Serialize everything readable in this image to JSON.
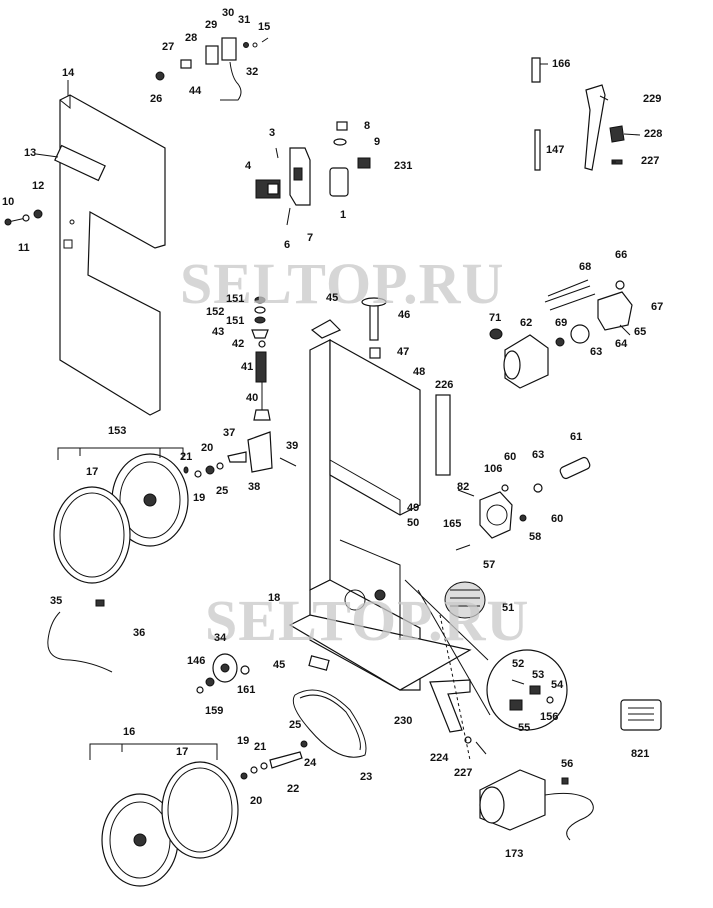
{
  "watermark": "SELTOP.RU",
  "labels": {
    "p14": "14",
    "p13": "13",
    "p10": "10",
    "p12": "12",
    "p11": "11",
    "p27": "27",
    "p26": "26",
    "p28": "28",
    "p29": "29",
    "p30": "30",
    "p31": "31",
    "p15": "15",
    "p32": "32",
    "p44": "44",
    "p3": "3",
    "p4": "4",
    "p6": "6",
    "p7": "7",
    "p8": "8",
    "p9": "9",
    "p231": "231",
    "p1": "1",
    "p166": "166",
    "p229": "229",
    "p228": "228",
    "p147": "147",
    "p227a": "227",
    "p68": "68",
    "p66": "66",
    "p67": "67",
    "p71": "71",
    "p62": "62",
    "p69": "69",
    "p65": "65",
    "p64": "64",
    "p63a": "63",
    "p151a": "151",
    "p152": "152",
    "p151b": "151",
    "p43": "43",
    "p42": "42",
    "p41": "41",
    "p40": "40",
    "p45a": "45",
    "p46": "46",
    "p47": "47",
    "p48": "48",
    "p226": "226",
    "p153": "153",
    "p17a": "17",
    "p21a": "21",
    "p20a": "20",
    "p19a": "19",
    "p25a": "25",
    "p37": "37",
    "p38": "38",
    "p39": "39",
    "p106": "106",
    "p60a": "60",
    "p63b": "63",
    "p61": "61",
    "p82": "82",
    "p165": "165",
    "p58": "58",
    "p60b": "60",
    "p57": "57",
    "p49": "49",
    "p50": "50",
    "p18": "18",
    "p51": "51",
    "p35": "35",
    "p36": "36",
    "p34": "34",
    "p146": "146",
    "p159": "159",
    "p161": "161",
    "p45b": "45",
    "p52": "52",
    "p53": "53",
    "p54": "54",
    "p156": "156",
    "p55": "55",
    "p230": "230",
    "p224": "224",
    "p227b": "227",
    "p821": "821",
    "p16": "16",
    "p17b": "17",
    "p19b": "19",
    "p21b": "21",
    "p20b": "20",
    "p22": "22",
    "p25b": "25",
    "p24": "24",
    "p23": "23",
    "p56": "56",
    "p173": "173"
  }
}
